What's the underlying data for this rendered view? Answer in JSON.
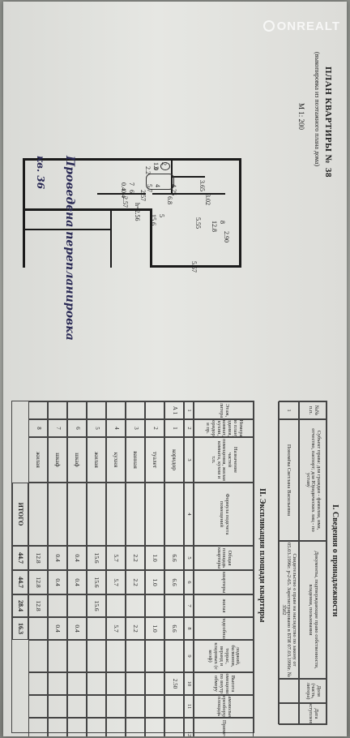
{
  "watermark": "ONREALT",
  "plan": {
    "title": "ПЛАН КВАРТИРЫ №",
    "apt_number": "38",
    "subtitle": "(выкопировка из поэтажного плана дома)",
    "scale": "М 1: 200",
    "apt_label": "кв. 36",
    "note": "Проведена перепланировка",
    "dims": {
      "d_290": "2.90",
      "d_557": "5.57",
      "d_555": "5.55",
      "d_265": "3.65",
      "d_257": "2.57",
      "d_302": "3.02",
      "d_425": "4.25",
      "d_257b": "2.57",
      "h_256": "h=2.56",
      "d_68": "6.8"
    },
    "rooms": [
      {
        "num": "8",
        "area": "12.8"
      },
      {
        "num": "5",
        "area": "15.6"
      },
      {
        "num": "4",
        "area": "5.7"
      },
      {
        "num": "3",
        "area": "2.2"
      },
      {
        "num": "2",
        "area": "1.0"
      },
      {
        "num": "7",
        "area": "0.4"
      },
      {
        "num": "6",
        "area": "0.4"
      }
    ]
  },
  "owners": {
    "section_title": "I. Сведения о принадлежности",
    "headers": [
      "№№ п.п.",
      "Субъект права: для граждан - фамилия, имя, отчество, паспорт; для Юридических лиц - по уставу",
      "Документы, подтверждающие право собственности, владения, пользования",
      "Доля (часть, литера)",
      "Дата поступления"
    ],
    "row_num": "1",
    "owner_name": "Пономёва Светлана Васильевна",
    "owner_doc": "Свидетельство о праве на наследство по закону от 05.03.1996г. р-2-65. Зарегистрировано в БТИ 07.03.1996г. № 3502"
  },
  "expl": {
    "section_title": "II. Экспликация площади квартиры",
    "headers": {
      "floor": "Этаж, литера",
      "num": "Номера по плану здания, комнат, кухни, коридора и пр.",
      "name": "Назначение частей помещения, жилая комната, кухня и т.п.",
      "formula": "Формула подсчета помещений",
      "total_area": "Общая площадь квартиры",
      "area_group": "В т.ч. площадь",
      "sub_group": "квартиры",
      "living": "жилая",
      "aux": "подсобная",
      "loggia": "лоджий, балконов, террас, веранд и кладовых (с коэф)",
      "height": "Высота помещений по внутр обмеру",
      "reconstr": "Самовольно переоборуд. площадь",
      "notes": "Примечания",
      "of_all": "из них"
    },
    "col_numbers": [
      "1",
      "2",
      "3",
      "4",
      "5",
      "6",
      "7",
      "8",
      "9",
      "10",
      "11",
      "12"
    ],
    "floor_value": "А 1",
    "rows": [
      {
        "num": "1",
        "name": "коридор",
        "total": "6.6",
        "quarter": "6.6",
        "living": "",
        "aux": "6.6",
        "height": "2.50"
      },
      {
        "num": "2",
        "name": "туалет",
        "total": "1.0",
        "quarter": "1.0",
        "living": "",
        "aux": "1.0",
        "height": ""
      },
      {
        "num": "3",
        "name": "ванная",
        "total": "2.2",
        "quarter": "2.2",
        "living": "",
        "aux": "2.2",
        "height": ""
      },
      {
        "num": "4",
        "name": "кухня",
        "total": "5.7",
        "quarter": "5.7",
        "living": "",
        "aux": "5.7",
        "height": ""
      },
      {
        "num": "5",
        "name": "жилая",
        "total": "15.6",
        "quarter": "15.6",
        "living": "15.6",
        "aux": "",
        "height": ""
      },
      {
        "num": "6",
        "name": "шкаф",
        "total": "0.4",
        "quarter": "0.4",
        "living": "",
        "aux": "0.4",
        "height": ""
      },
      {
        "num": "7",
        "name": "шкаф",
        "total": "0.4",
        "quarter": "0.4",
        "living": "",
        "aux": "0.4",
        "height": ""
      },
      {
        "num": "8",
        "name": "жилая",
        "total": "12.8",
        "quarter": "12.8",
        "living": "12.8",
        "aux": "",
        "height": ""
      }
    ],
    "total": {
      "label": "ИТОГО",
      "total": "44.7",
      "quarter": "44.7",
      "living": "28.4",
      "aux": "16.3"
    }
  }
}
